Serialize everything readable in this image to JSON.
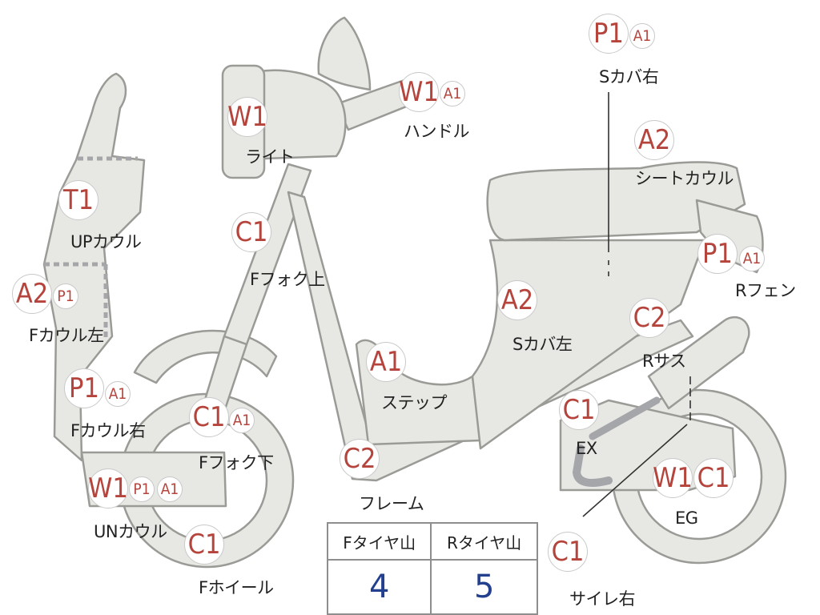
{
  "diagram": {
    "colors": {
      "part_fill": "#e7e8e3",
      "part_stroke": "#9a9a96",
      "code_text": "#b5443c",
      "value_text": "#23408f"
    },
    "parts": {
      "light": {
        "label": "ライト",
        "codes": [
          "W1"
        ]
      },
      "handle": {
        "label": "ハンドル",
        "codes": [
          "W1",
          "A1"
        ]
      },
      "side_cover_r": {
        "label": "Sカバ右",
        "codes": [
          "P1",
          "A1"
        ]
      },
      "seat_cowl": {
        "label": "シートカウル",
        "codes": [
          "A2"
        ]
      },
      "up_cowl": {
        "label": "UPカウル",
        "codes": [
          "T1"
        ]
      },
      "fork_upper": {
        "label": "Fフォク上",
        "codes": [
          "C1"
        ]
      },
      "f_cowl_left": {
        "label": "Fカウル左",
        "codes": [
          "A2",
          "P1"
        ]
      },
      "r_fender": {
        "label": "Rフェン",
        "codes": [
          "P1",
          "A1"
        ]
      },
      "side_cover_l": {
        "label": "Sカバ左",
        "codes": [
          "A2"
        ]
      },
      "r_sus": {
        "label": "Rサス",
        "codes": [
          "C2"
        ]
      },
      "step": {
        "label": "ステップ",
        "codes": [
          "A1"
        ]
      },
      "f_cowl_right": {
        "label": "Fカウル右",
        "codes": [
          "P1",
          "A1"
        ]
      },
      "fork_lower": {
        "label": "Fフォク下",
        "codes": [
          "C1",
          "A1"
        ]
      },
      "ex": {
        "label": "EX",
        "codes": [
          "C1"
        ]
      },
      "frame": {
        "label": "フレーム",
        "codes": [
          "C2"
        ]
      },
      "engine": {
        "label": "EG",
        "codes": [
          "W1",
          "C1"
        ]
      },
      "under_cowl": {
        "label": "UNカウル",
        "codes": [
          "W1",
          "P1",
          "A1"
        ]
      },
      "f_wheel": {
        "label": "Fホイール",
        "codes": [
          "C1"
        ]
      },
      "silencer_r": {
        "label": "サイレ右",
        "codes": [
          "C1"
        ]
      }
    }
  },
  "tire_table": {
    "headers": [
      "Fタイヤ山",
      "Rタイヤ山"
    ],
    "values": [
      "4",
      "5"
    ]
  }
}
